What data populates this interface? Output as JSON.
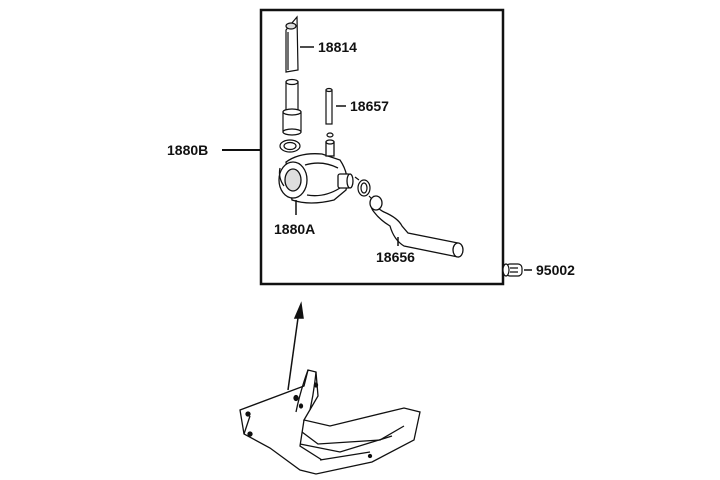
{
  "diagram": {
    "parts": [
      {
        "id": "18814",
        "label": "18814"
      },
      {
        "id": "18657",
        "label": "18657"
      },
      {
        "id": "1880B",
        "label": "1880B"
      },
      {
        "id": "1880A",
        "label": "1880A"
      },
      {
        "id": "18656",
        "label": "18656"
      },
      {
        "id": "95002",
        "label": "95002"
      }
    ],
    "colors": {
      "ink": "#111111",
      "fill": "#ffffff",
      "shade": "#dddddd"
    }
  }
}
